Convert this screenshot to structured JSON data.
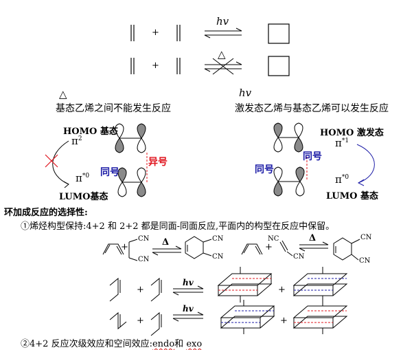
{
  "scheme": {
    "photo_label": "hv",
    "thermal_label": "△",
    "plus": "+"
  },
  "captions": {
    "thermal_condition": "△",
    "thermal_text": "基态乙烯之间不能发生反应",
    "photo_condition": "hv",
    "photo_text": "激发态乙烯与基态乙烯可以发生反应"
  },
  "left_orbitals": {
    "homo_label": "HOMO 基态",
    "homo_symbol": "π",
    "homo_sup": "2",
    "lumo_symbol": "π",
    "lumo_sup": "*0",
    "lumo_label": "LUMO基态",
    "same_phase": "同号",
    "opposite_phase": "异号"
  },
  "right_orbitals": {
    "homo_label": "HOMO 激发态",
    "homo_symbol": "π",
    "homo_sup": "*1",
    "lumo_symbol": "π",
    "lumo_sup": "*0",
    "lumo_label": "LUMO 基态",
    "same_phase_top": "同号",
    "same_phase_left": "同号"
  },
  "section": {
    "title": "环加成反应的选择性:",
    "point1": "①烯烃构型保持:4+2 和 2+2 都是同面-同面反应,平面内的构型在反应中保留。",
    "point2_prefix": "②4+2 反应次级效应和空间效应:",
    "point2_endo": "endo",
    "point2_and": "和",
    "point2_exo": "exo"
  },
  "reactions": {
    "delta": "Δ",
    "cn": "CN",
    "nc": "NC",
    "hv": "hv",
    "plus": "+"
  },
  "colors": {
    "red": "#e0141e",
    "blue": "#1a1aa6",
    "lobe_fill": "#8a8a8a"
  }
}
